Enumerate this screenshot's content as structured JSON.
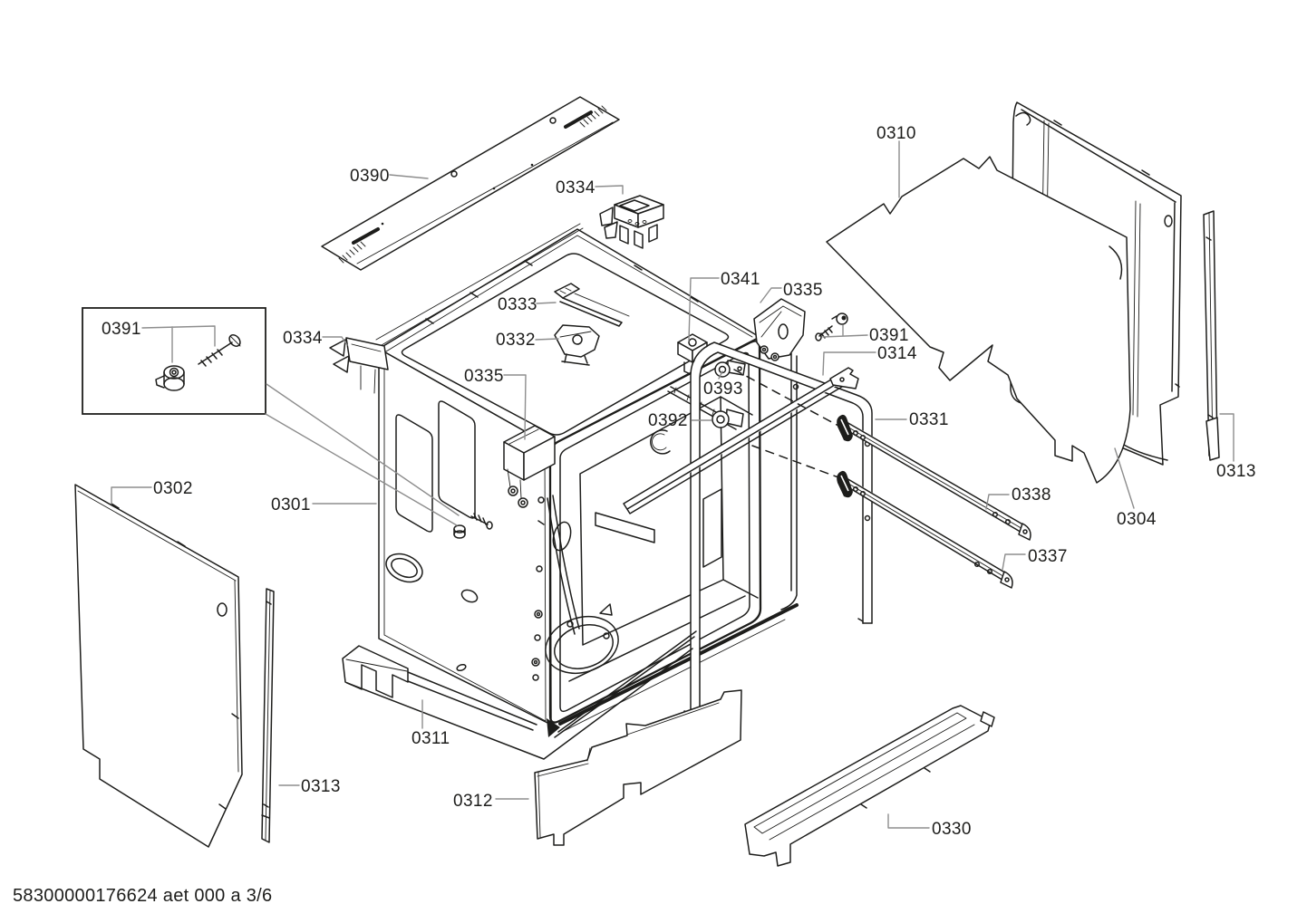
{
  "document": {
    "type": "appliance exploded-parts diagram",
    "footer_code": "58300000176624 aet 000 a 3/6"
  },
  "colors": {
    "background": "#ffffff",
    "line": "#1d1d1b",
    "leader_line": "#8d8d8d"
  },
  "callouts": [
    {
      "id": "0390",
      "label": "0390"
    },
    {
      "id": "0334-top",
      "label": "0334"
    },
    {
      "id": "0310",
      "label": "0310"
    },
    {
      "id": "0341",
      "label": "0341"
    },
    {
      "id": "0335-right",
      "label": "0335"
    },
    {
      "id": "0391-right",
      "label": "0391"
    },
    {
      "id": "0333",
      "label": "0333"
    },
    {
      "id": "0332",
      "label": "0332"
    },
    {
      "id": "0391-box",
      "label": "0391"
    },
    {
      "id": "0334-left",
      "label": "0334"
    },
    {
      "id": "0314",
      "label": "0314"
    },
    {
      "id": "0335-center",
      "label": "0335"
    },
    {
      "id": "0393",
      "label": "0393"
    },
    {
      "id": "0392",
      "label": "0392"
    },
    {
      "id": "0331",
      "label": "0331"
    },
    {
      "id": "0302",
      "label": "0302"
    },
    {
      "id": "0301",
      "label": "0301"
    },
    {
      "id": "0338",
      "label": "0338"
    },
    {
      "id": "0304",
      "label": "0304"
    },
    {
      "id": "0337",
      "label": "0337"
    },
    {
      "id": "0313-right",
      "label": "0313"
    },
    {
      "id": "0313-left",
      "label": "0313"
    },
    {
      "id": "0311",
      "label": "0311"
    },
    {
      "id": "0312",
      "label": "0312"
    },
    {
      "id": "0330",
      "label": "0330"
    }
  ]
}
